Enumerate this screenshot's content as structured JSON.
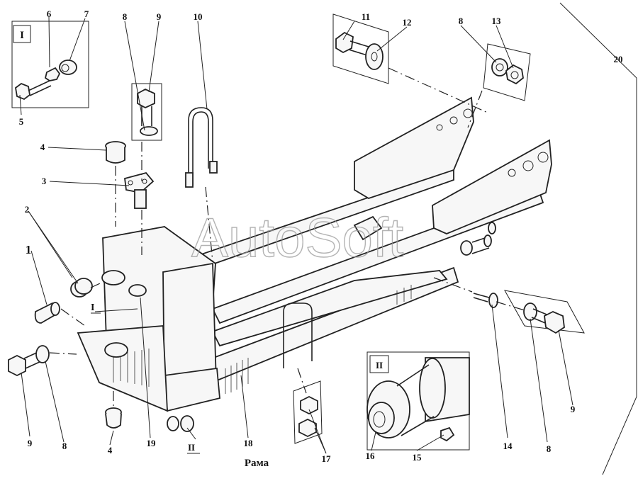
{
  "title": "Рама",
  "watermark": "AutoSoft",
  "insets": {
    "detail_I": "I",
    "detail_II": "II"
  },
  "callout_numbers": [
    "1",
    "2",
    "3",
    "4",
    "4",
    "5",
    "6",
    "7",
    "8",
    "8",
    "8",
    "9",
    "9",
    "9",
    "10",
    "11",
    "12",
    "13",
    "14",
    "15",
    "16",
    "17",
    "18",
    "19",
    "20"
  ],
  "view_marks": [
    "I",
    "II"
  ]
}
